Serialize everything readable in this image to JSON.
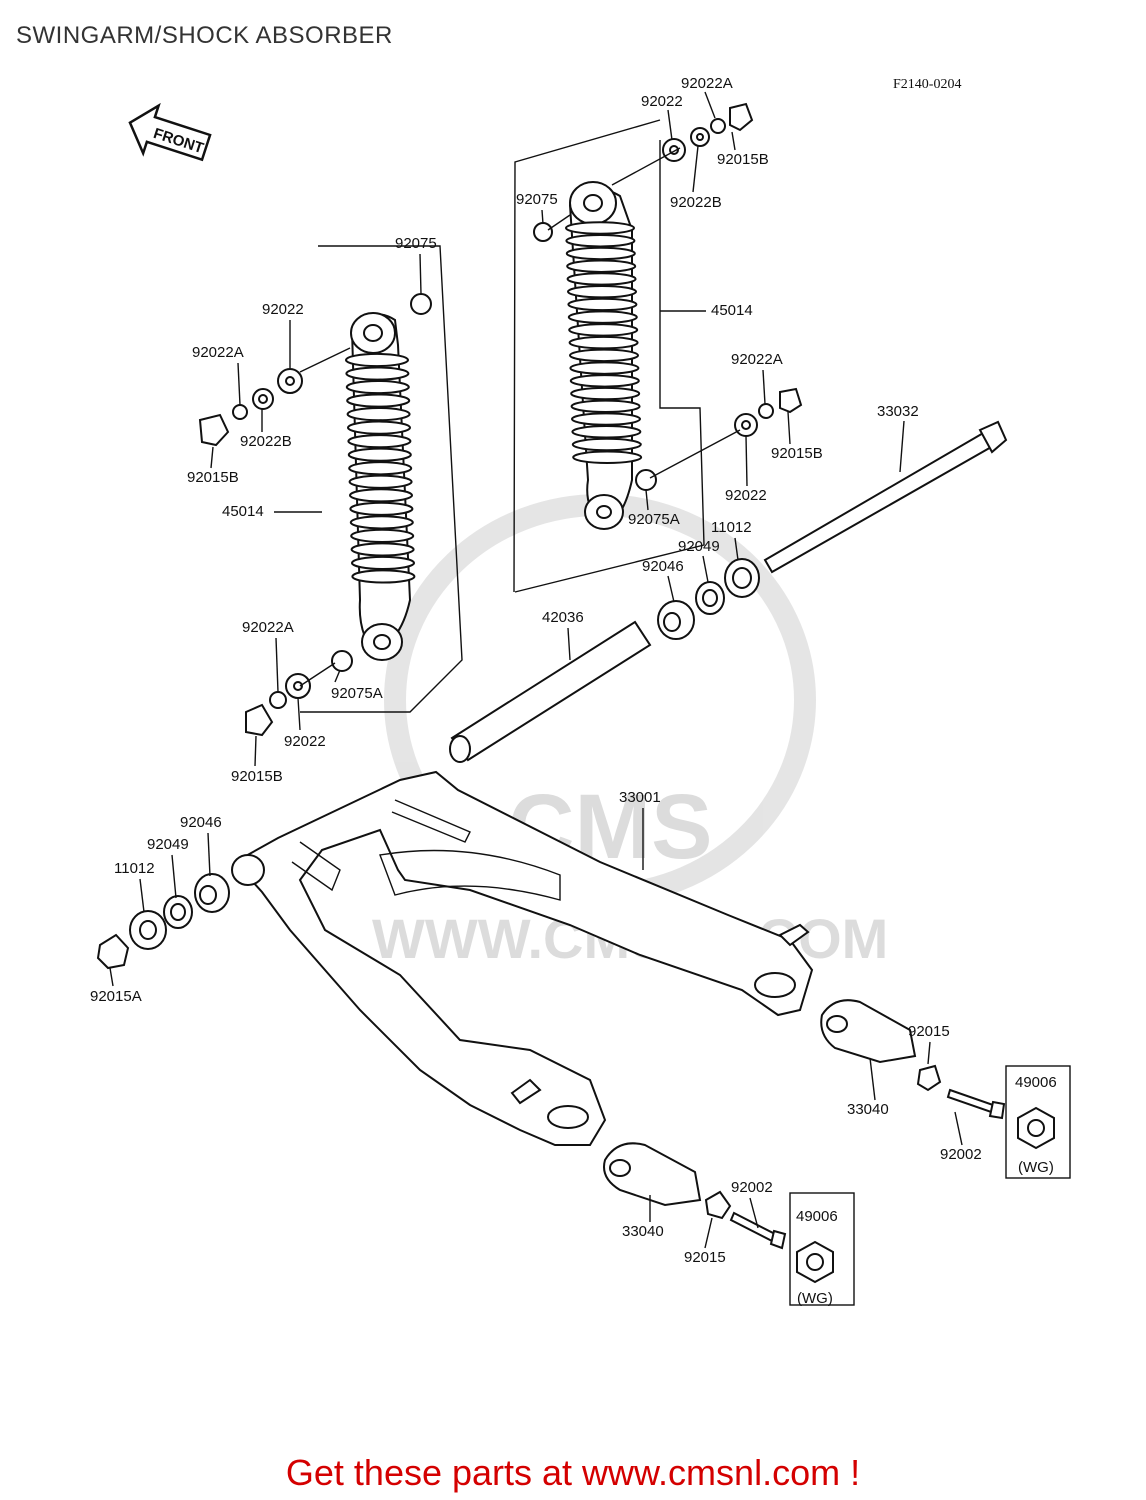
{
  "page": {
    "title": "SWINGARM/SHOCK ABSORBER",
    "figure_code": "F2140-0204",
    "front_label": "FRONT",
    "footer_cta": "Get these parts at www.cmsnl.com !",
    "watermark_url": "WWW.CMSNL.COM",
    "watermark_logo": "CMS"
  },
  "parts": [
    {
      "id": "p01",
      "label": "92022A"
    },
    {
      "id": "p02",
      "label": "92022"
    },
    {
      "id": "p03",
      "label": "92015B"
    },
    {
      "id": "p04",
      "label": "92075"
    },
    {
      "id": "p05",
      "label": "92022B"
    },
    {
      "id": "p06",
      "label": "45014"
    },
    {
      "id": "p07",
      "label": "92022A"
    },
    {
      "id": "p08",
      "label": "92015B"
    },
    {
      "id": "p09",
      "label": "33032"
    },
    {
      "id": "p10",
      "label": "92022"
    },
    {
      "id": "p11",
      "label": "92075A"
    },
    {
      "id": "p12",
      "label": "11012"
    },
    {
      "id": "p13",
      "label": "92049"
    },
    {
      "id": "p14",
      "label": "92046"
    },
    {
      "id": "p15",
      "label": "92075"
    },
    {
      "id": "p16",
      "label": "92022"
    },
    {
      "id": "p17",
      "label": "92022A"
    },
    {
      "id": "p18",
      "label": "92022B"
    },
    {
      "id": "p19",
      "label": "92015B"
    },
    {
      "id": "p20",
      "label": "45014"
    },
    {
      "id": "p21",
      "label": "92022A"
    },
    {
      "id": "p22",
      "label": "92075A"
    },
    {
      "id": "p23",
      "label": "92022"
    },
    {
      "id": "p24",
      "label": "92015B"
    },
    {
      "id": "p25",
      "label": "42036"
    },
    {
      "id": "p26",
      "label": "33001"
    },
    {
      "id": "p27",
      "label": "92046"
    },
    {
      "id": "p28",
      "label": "92049"
    },
    {
      "id": "p29",
      "label": "11012"
    },
    {
      "id": "p30",
      "label": "92015A"
    },
    {
      "id": "p31",
      "label": "92015"
    },
    {
      "id": "p32",
      "label": "49006"
    },
    {
      "id": "p33",
      "label": "(WG)"
    },
    {
      "id": "p34",
      "label": "33040"
    },
    {
      "id": "p35",
      "label": "92002"
    },
    {
      "id": "p36",
      "label": "92002"
    },
    {
      "id": "p37",
      "label": "49006"
    },
    {
      "id": "p38",
      "label": "(WG)"
    },
    {
      "id": "p39",
      "label": "33040"
    },
    {
      "id": "p40",
      "label": "92015"
    }
  ]
}
